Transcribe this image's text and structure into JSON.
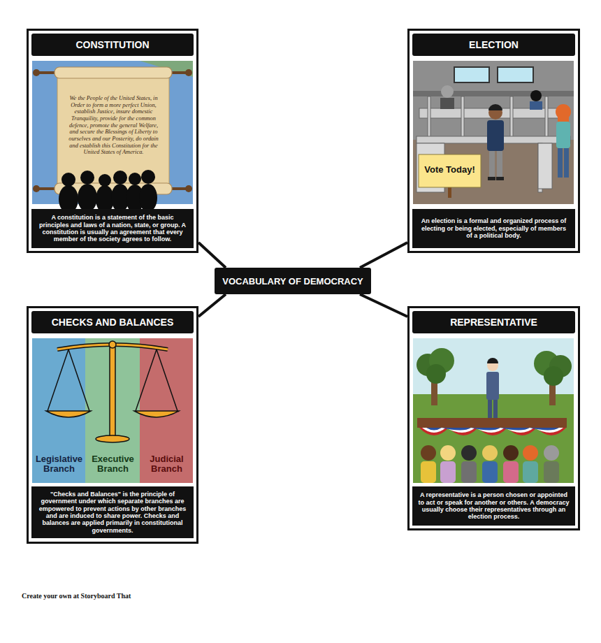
{
  "diagram": {
    "nodes": [
      {
        "text": [
          "CONSTITUTION",
          "A constitution is a statement of the basic principles and laws of a nation, state, or group. A constitution is usually an agreement that every member of the society agrees to follow."
        ]
      },
      {
        "text": [
          "ELECTION",
          "An election is a formal and organized process of electing or being elected, especially of members of a political body."
        ]
      },
      {
        "text": [
          "VOCABULARY OF DEMOCRACY"
        ]
      },
      {
        "text": [
          "CHECKS AND BALANCES",
          "\"Checks and Balances\" is the principle of government under which separate branches are empowered to prevent actions by other branches and are induced to share power. Checks and balances are applied primarily in constitutional governments."
        ]
      },
      {
        "text": [
          "REPRESENTATIVE",
          "A representative is a person chosen or appointed to act or speak for another or others. A democracy usually choose their representatives through an election process."
        ]
      }
    ],
    "edges": [
      {
        "from": 2,
        "to": 0,
        "arrow": "none"
      },
      {
        "from": 2,
        "to": 1,
        "arrow": "none"
      },
      {
        "from": 2,
        "to": 3,
        "arrow": "none"
      },
      {
        "from": 2,
        "to": 4,
        "arrow": "none"
      }
    ],
    "labels": [
      "We the People of the United States, in Order to form a more perfect Union, establish Justice, insure domestic Tranquility, provide for the common defence, promote the general Welfare, and secure the Blessings of Liberty to ourselves and our Posterity, do ordain and establish this Constitution for the United States of America.",
      "Vote Today!",
      "Legislative Branch",
      "Executive Branch",
      "Judicial Branch",
      "Create your own at Storyboard That"
    ]
  }
}
